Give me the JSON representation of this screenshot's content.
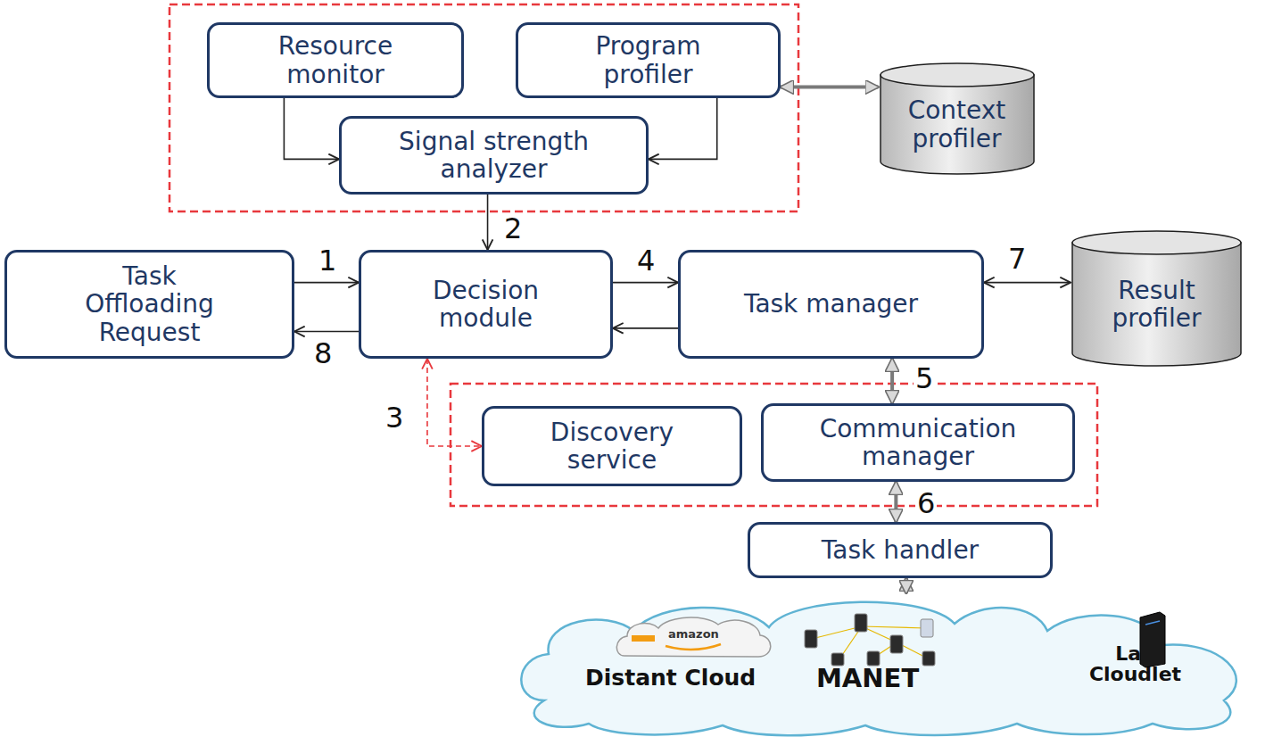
{
  "diagram": {
    "nodes": [
      {
        "text": [
          "Resource monitor"
        ]
      },
      {
        "text": [
          "Program profiler"
        ]
      },
      {
        "text": [
          "Signal strength analyzer"
        ]
      },
      {
        "text": [
          "Context profiler"
        ]
      },
      {
        "text": [
          "Task Offloading Request"
        ]
      },
      {
        "text": [
          "Decision module"
        ]
      },
      {
        "text": [
          "Task manager"
        ]
      },
      {
        "text": [
          "Result profiler"
        ]
      },
      {
        "text": [
          "Discovery service"
        ]
      },
      {
        "text": [
          "Communication manager"
        ]
      },
      {
        "text": [
          "Task handler"
        ]
      },
      {
        "text": [
          "Distant Cloud",
          "MANET",
          "Lab Cloudlet"
        ]
      }
    ],
    "edges": [
      {
        "from": 0,
        "to": 2,
        "arrow": "to"
      },
      {
        "from": 1,
        "to": 2,
        "arrow": "to"
      },
      {
        "from": 2,
        "to": 5,
        "label": "2",
        "arrow": "to"
      },
      {
        "from": 3,
        "to": 1,
        "arrow": "both"
      },
      {
        "from": 4,
        "to": 5,
        "label": "1",
        "arrow": "to"
      },
      {
        "from": 5,
        "to": 4,
        "label": "8",
        "arrow": "to"
      },
      {
        "from": 5,
        "to": 6,
        "label": "4",
        "arrow": "to"
      },
      {
        "from": 6,
        "to": 5,
        "arrow": "to"
      },
      {
        "from": 6,
        "to": 7,
        "label": "7",
        "arrow": "both"
      },
      {
        "from": 5,
        "to": 8,
        "label": "3",
        "arrow": "both"
      },
      {
        "from": 6,
        "to": 9,
        "label": "5",
        "arrow": "both"
      },
      {
        "from": 9,
        "to": 10,
        "label": "6",
        "arrow": "both"
      },
      {
        "from": 10,
        "to": 11,
        "arrow": "both"
      }
    ],
    "labels": [
      "amazon"
    ]
  }
}
